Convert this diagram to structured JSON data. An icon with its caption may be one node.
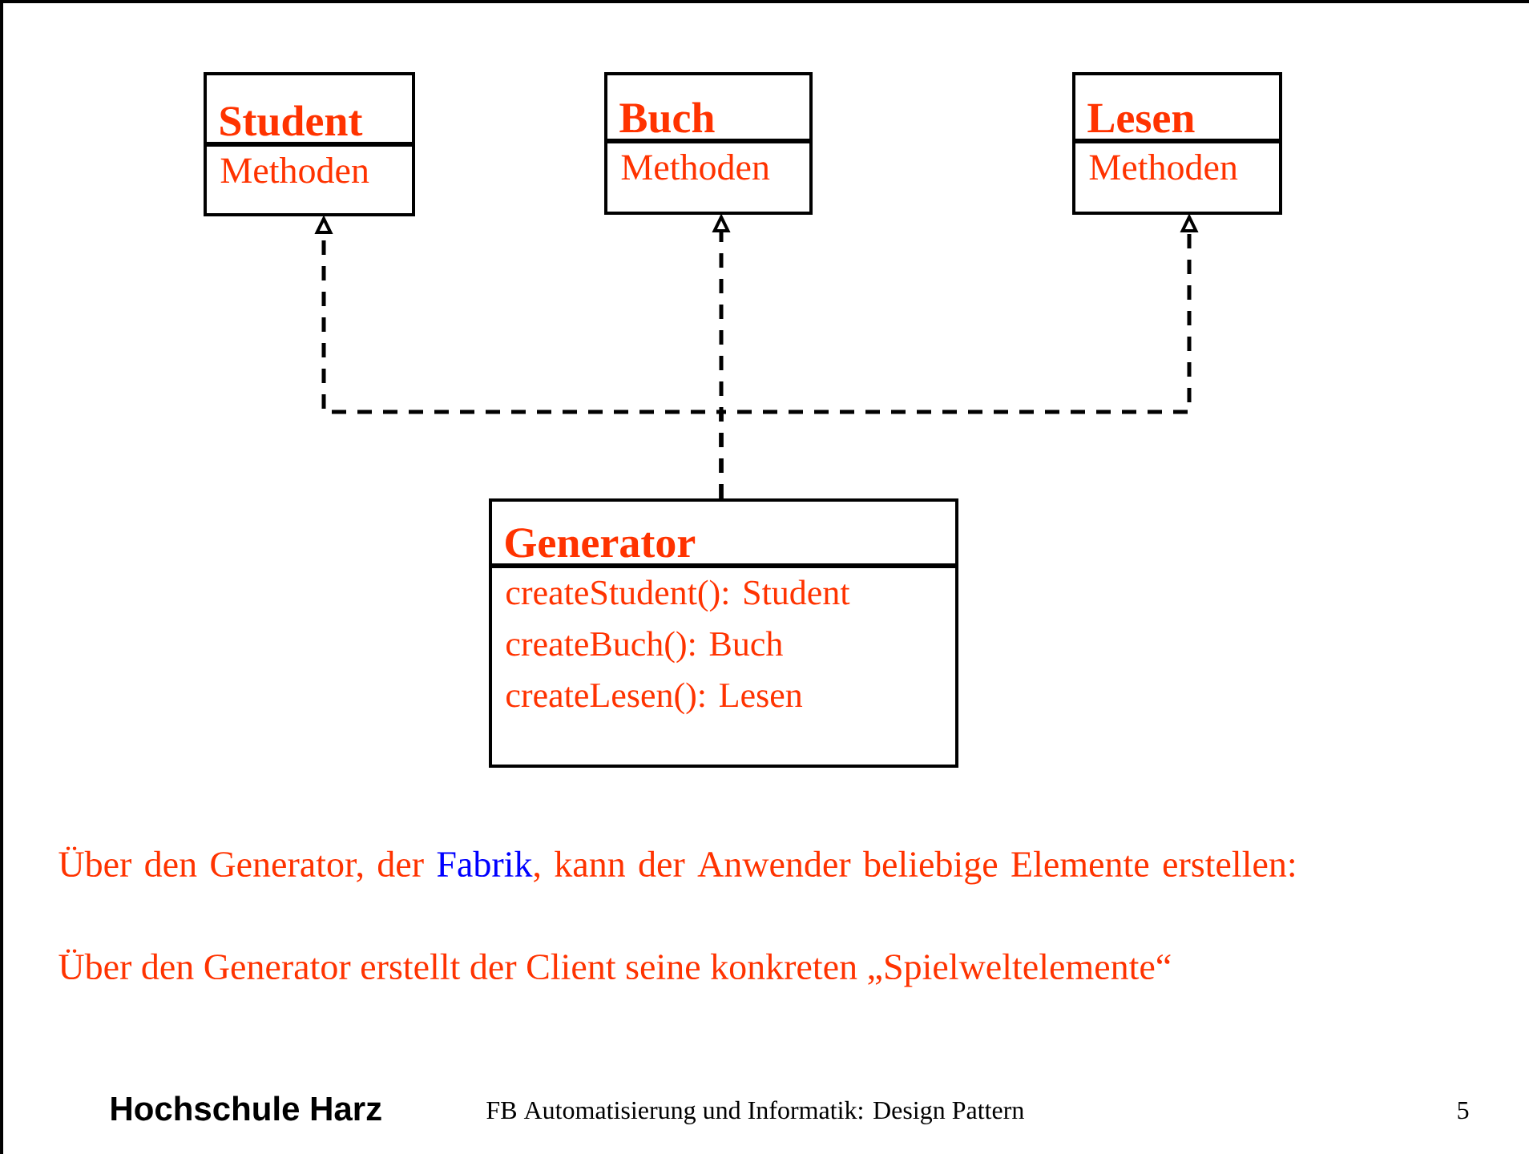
{
  "diagram": {
    "nodes": [
      {
        "text": [
          "Student",
          "Methoden"
        ]
      },
      {
        "text": [
          "Buch",
          "Methoden"
        ]
      },
      {
        "text": [
          "Lesen",
          "Methoden"
        ]
      },
      {
        "text": [
          "Generator",
          "createStudent(): Student",
          "createBuch(): Buch",
          "createLesen(): Lesen"
        ]
      }
    ],
    "edges": [
      {
        "from": 3,
        "to": 0,
        "arrow": "to",
        "style": "dashed"
      },
      {
        "from": 3,
        "to": 1,
        "arrow": "to",
        "style": "dashed"
      },
      {
        "from": 3,
        "to": 2,
        "arrow": "to",
        "style": "dashed"
      }
    ],
    "labels": [
      "Über den Generator, der",
      "Fabrik",
      ", kann der Anwender beliebige Elemente erstellen:",
      "Über den Generator erstellt der Client seine konkreten „Spielweltelemente“",
      "Hochschule Harz",
      "FB Automatisierung und Informatik: Design Pattern",
      "5"
    ]
  }
}
